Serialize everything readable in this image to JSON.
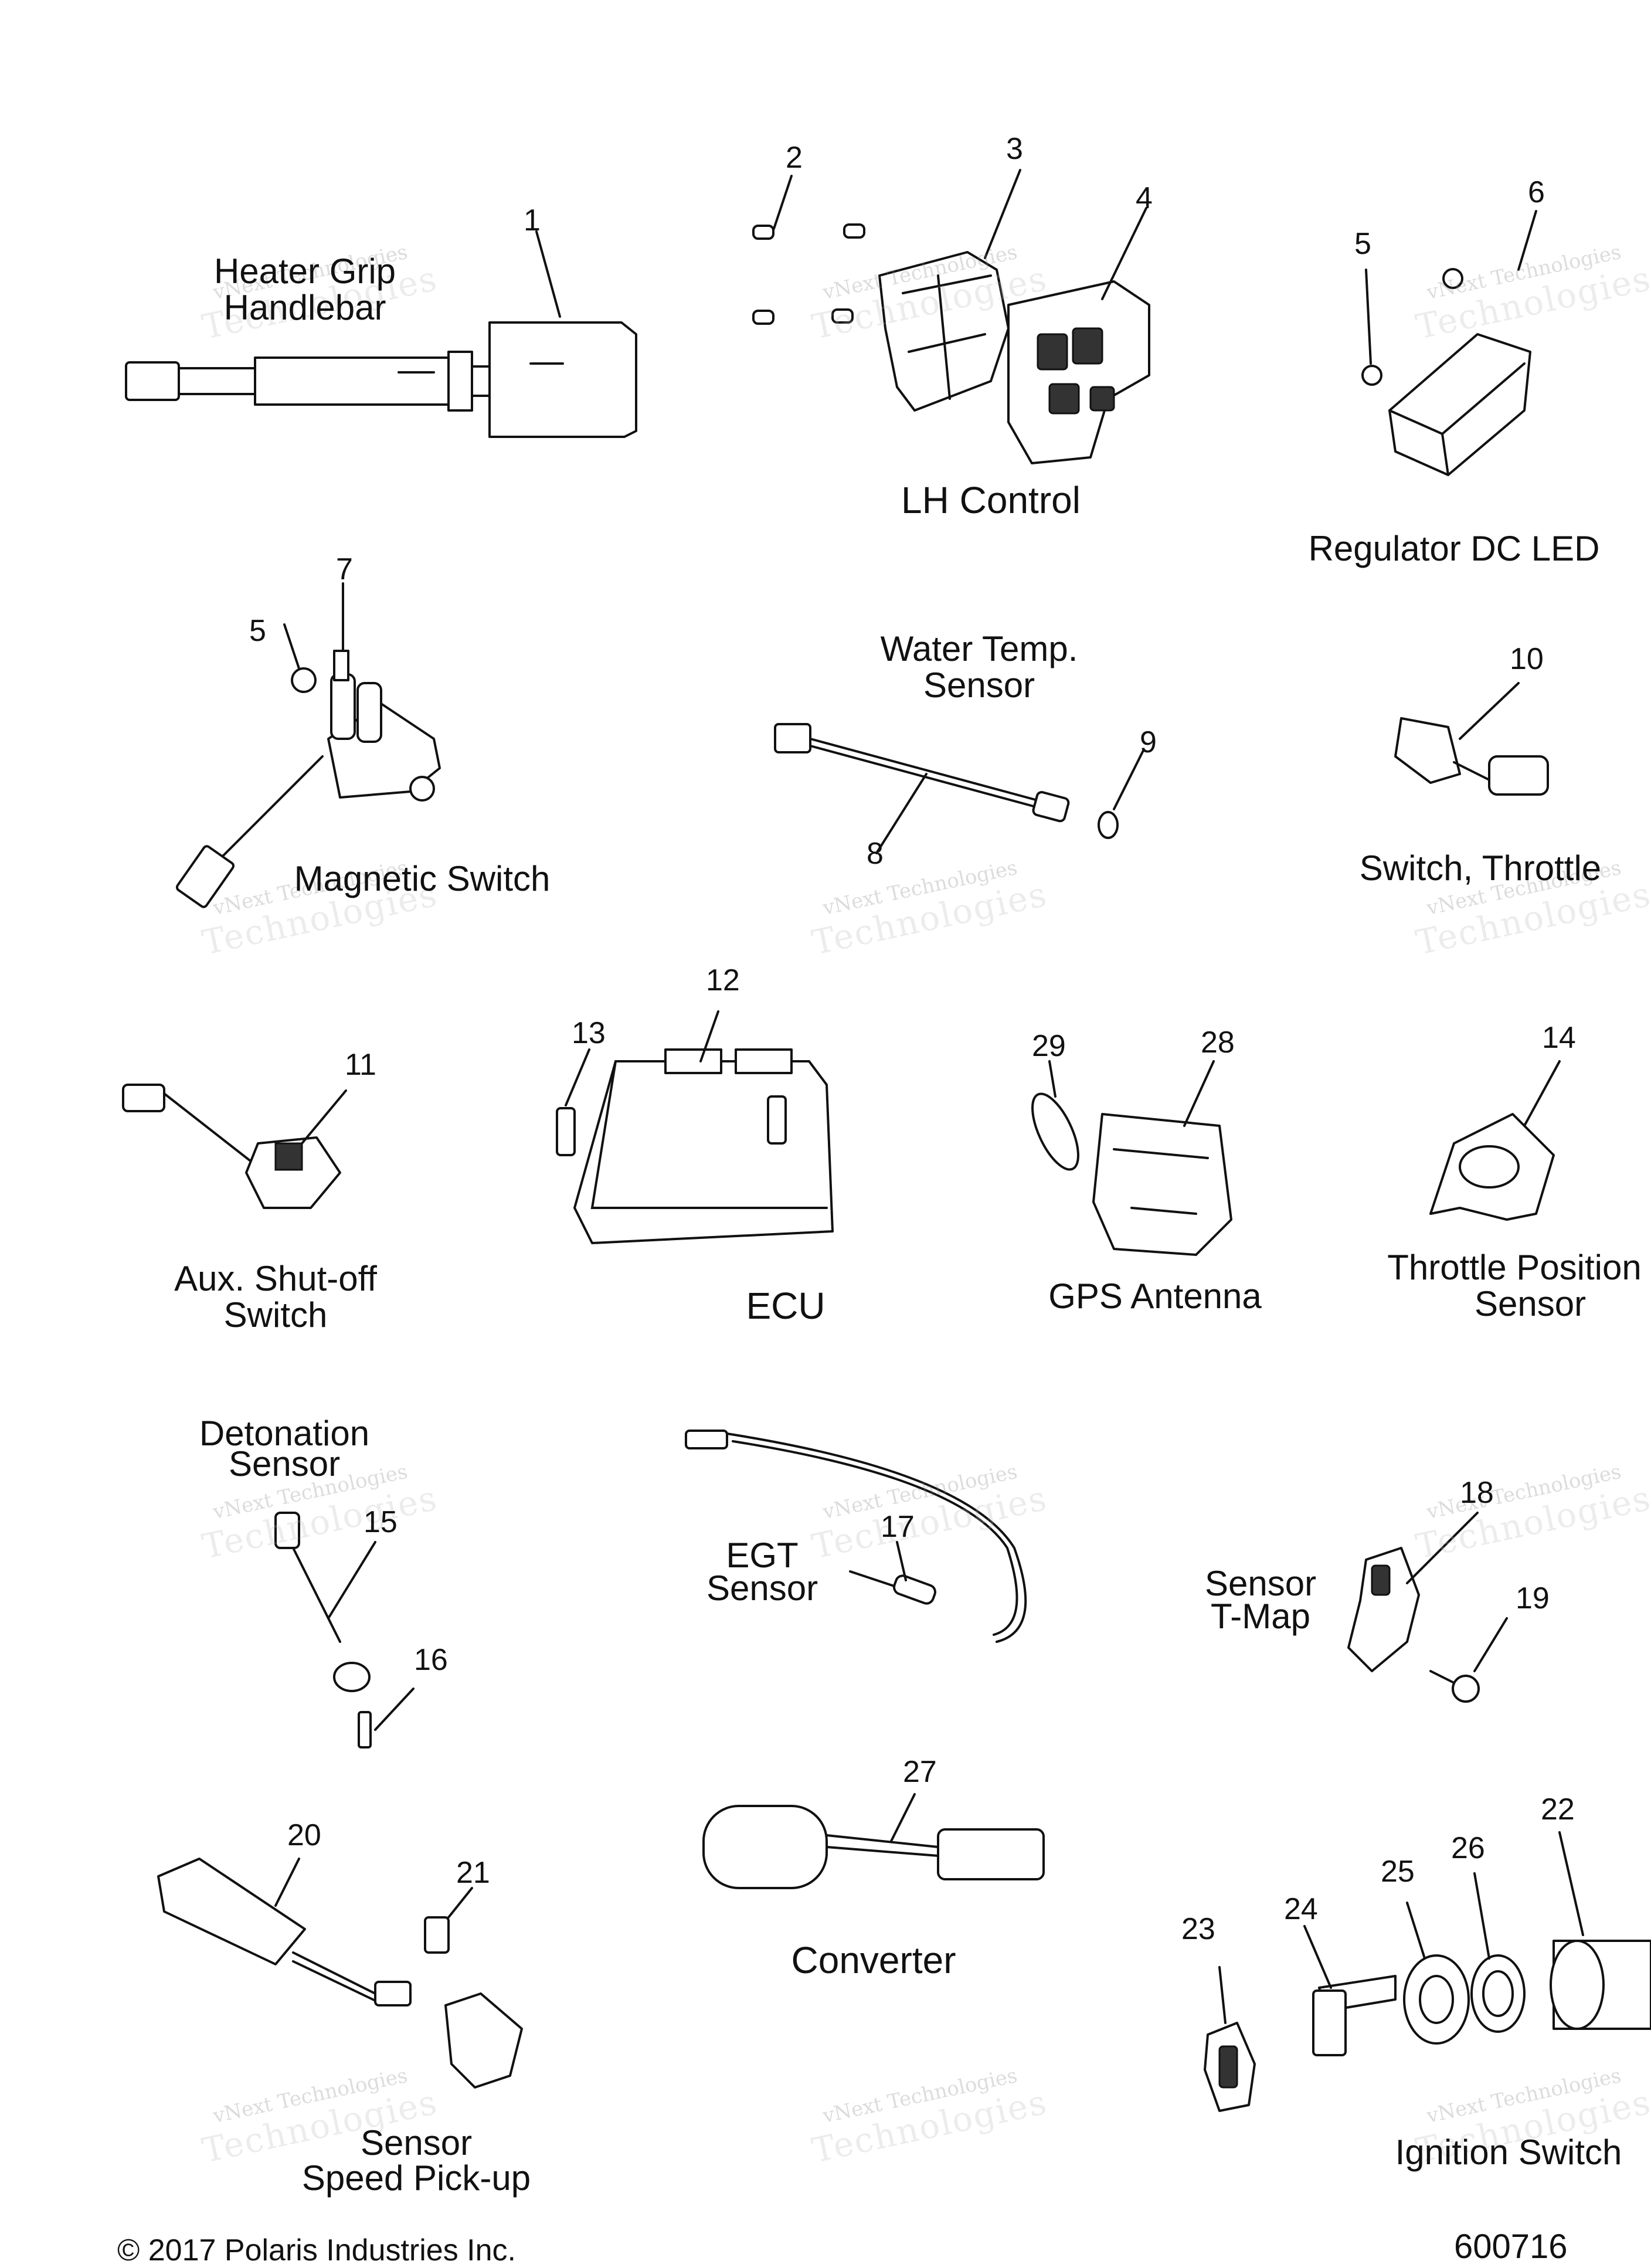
{
  "labels": {
    "heater_grip_1": "Heater Grip",
    "heater_grip_2": "Handlebar",
    "lh_control": "LH Control",
    "regulator": "Regulator DC LED",
    "magnetic_switch": "Magnetic Switch",
    "water_temp_1": "Water Temp.",
    "water_temp_2": "Sensor",
    "switch_throttle": "Switch, Throttle",
    "aux_shutoff_1": "Aux. Shut-off",
    "aux_shutoff_2": "Switch",
    "ecu": "ECU",
    "gps_antenna": "GPS Antenna",
    "tps_1": "Throttle Position",
    "tps_2": "Sensor",
    "detonation_1": "Detonation",
    "detonation_2": "Sensor",
    "egt_1": "EGT",
    "egt_2": "Sensor",
    "tmap_1": "Sensor",
    "tmap_2": "T-Map",
    "converter": "Converter",
    "speed_1": "Sensor",
    "speed_2": "Speed Pick-up",
    "ignition": "Ignition Switch"
  },
  "callouts": [
    "1",
    "2",
    "3",
    "4",
    "5",
    "6",
    "5",
    "7",
    "8",
    "9",
    "10",
    "11",
    "12",
    "13",
    "14",
    "15",
    "16",
    "17",
    "18",
    "19",
    "20",
    "21",
    "22",
    "23",
    "24",
    "25",
    "26",
    "27",
    "28",
    "29"
  ],
  "watermark": {
    "line1": "vNext Technologies",
    "line2": "Technologies"
  },
  "footer": {
    "copyright": "© 2017 Polaris Industries Inc.",
    "figure_number": "600716"
  }
}
